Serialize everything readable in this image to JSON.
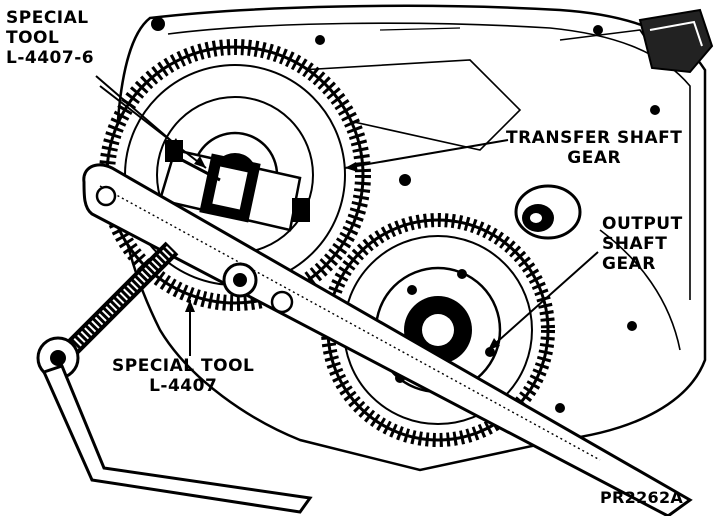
{
  "labels": {
    "special_tool_top": {
      "line1": "SPECIAL",
      "line2": "TOOL",
      "line3": "L-4407-6"
    },
    "transfer_shaft_gear": {
      "line1": "TRANSFER SHAFT",
      "line2": "GEAR"
    },
    "output_shaft_gear": {
      "line1": "OUTPUT",
      "line2": "SHAFT",
      "line3": "GEAR"
    },
    "special_tool_bottom": {
      "line1": "SPECIAL TOOL",
      "line2": "L-4407"
    },
    "figure_code": "PR2262A"
  },
  "colors": {
    "ink": "#000000",
    "paper": "#ffffff"
  }
}
